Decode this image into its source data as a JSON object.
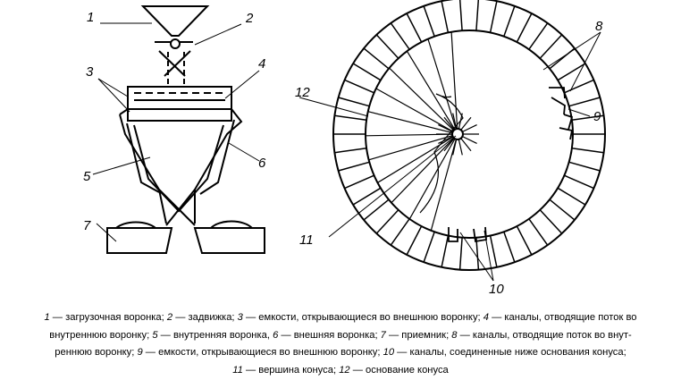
{
  "figure": {
    "labels": {
      "l1": "1",
      "l2": "2",
      "l3": "3",
      "l4": "4",
      "l5": "5",
      "l6": "6",
      "l7": "7",
      "l8": "8",
      "l9": "9",
      "l10": "10",
      "l11": "11",
      "l12": "12"
    }
  },
  "caption": {
    "lines": [
      [
        {
          "num": "1",
          "text": " — загрузочная воронка; "
        },
        {
          "num": "2",
          "text": " — задвижка; "
        },
        {
          "num": "3",
          "text": " — емкости, открывающиеся во внешнюю воронку; "
        },
        {
          "num": "4",
          "text": " — каналы, отводящие поток во"
        }
      ],
      [
        {
          "num": "",
          "text": "внутреннюю воронку; "
        },
        {
          "num": "5",
          "text": " — внутренняя воронка, "
        },
        {
          "num": "6",
          "text": " — внешняя воронка; "
        },
        {
          "num": "7",
          "text": " — приемник; "
        },
        {
          "num": "8",
          "text": " — каналы, отводящие поток во внут-"
        }
      ],
      [
        {
          "num": "",
          "text": "реннюю воронку; "
        },
        {
          "num": "9",
          "text": " — емкости, открывающиеся во внешнюю воронку; "
        },
        {
          "num": "10",
          "text": " — каналы, соединенные ниже основания конуса;"
        }
      ],
      [
        {
          "num": "11",
          "text": " — вершина конуса; "
        },
        {
          "num": "12",
          "text": " — основание конуса"
        }
      ]
    ]
  }
}
